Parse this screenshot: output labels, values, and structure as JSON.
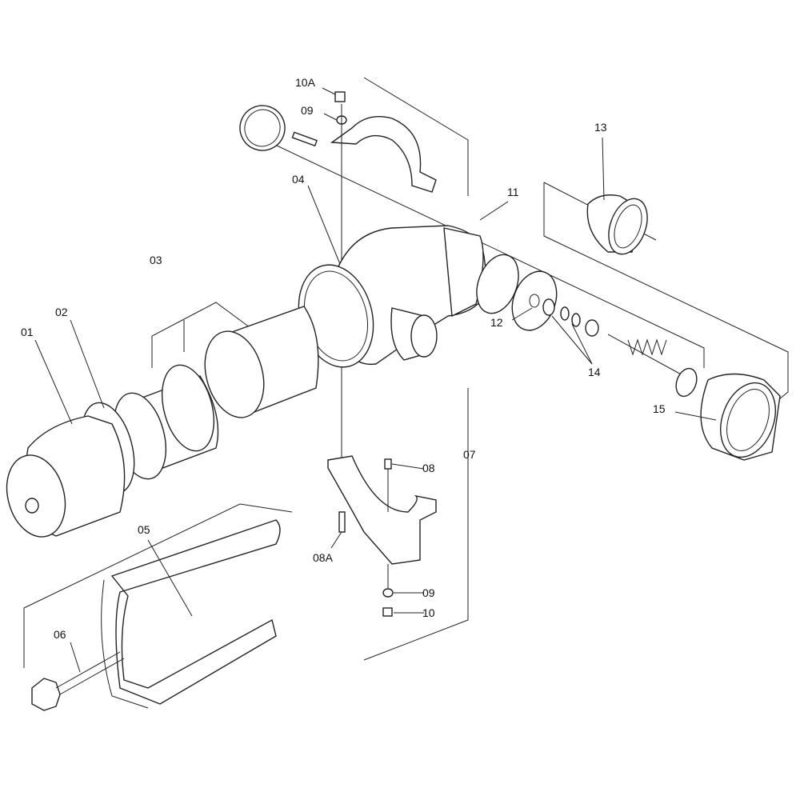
{
  "diagram": {
    "type": "exploded-parts-diagram",
    "callouts": [
      {
        "id": "10A",
        "part": "nut-top"
      },
      {
        "id": "09",
        "part": "washer-top"
      },
      {
        "id": "04",
        "part": "filter-housing"
      },
      {
        "id": "03",
        "part": "filter-screen"
      },
      {
        "id": "02",
        "part": "gasket-ring"
      },
      {
        "id": "01",
        "part": "end-cap"
      },
      {
        "id": "13",
        "part": "adapter-fitting"
      },
      {
        "id": "11",
        "part": "elbow-kit"
      },
      {
        "id": "12",
        "part": "seal-ring"
      },
      {
        "id": "14",
        "part": "o-rings"
      },
      {
        "id": "15",
        "part": "union-nut"
      },
      {
        "id": "07",
        "part": "bracket-kit"
      },
      {
        "id": "08",
        "part": "bolt"
      },
      {
        "id": "08A",
        "part": "bolt-lower"
      },
      {
        "id": "09",
        "part": "washer-bottom"
      },
      {
        "id": "10",
        "part": "nut-bottom"
      },
      {
        "id": "05",
        "part": "mounting-strap"
      },
      {
        "id": "06",
        "part": "star-knob"
      }
    ]
  }
}
